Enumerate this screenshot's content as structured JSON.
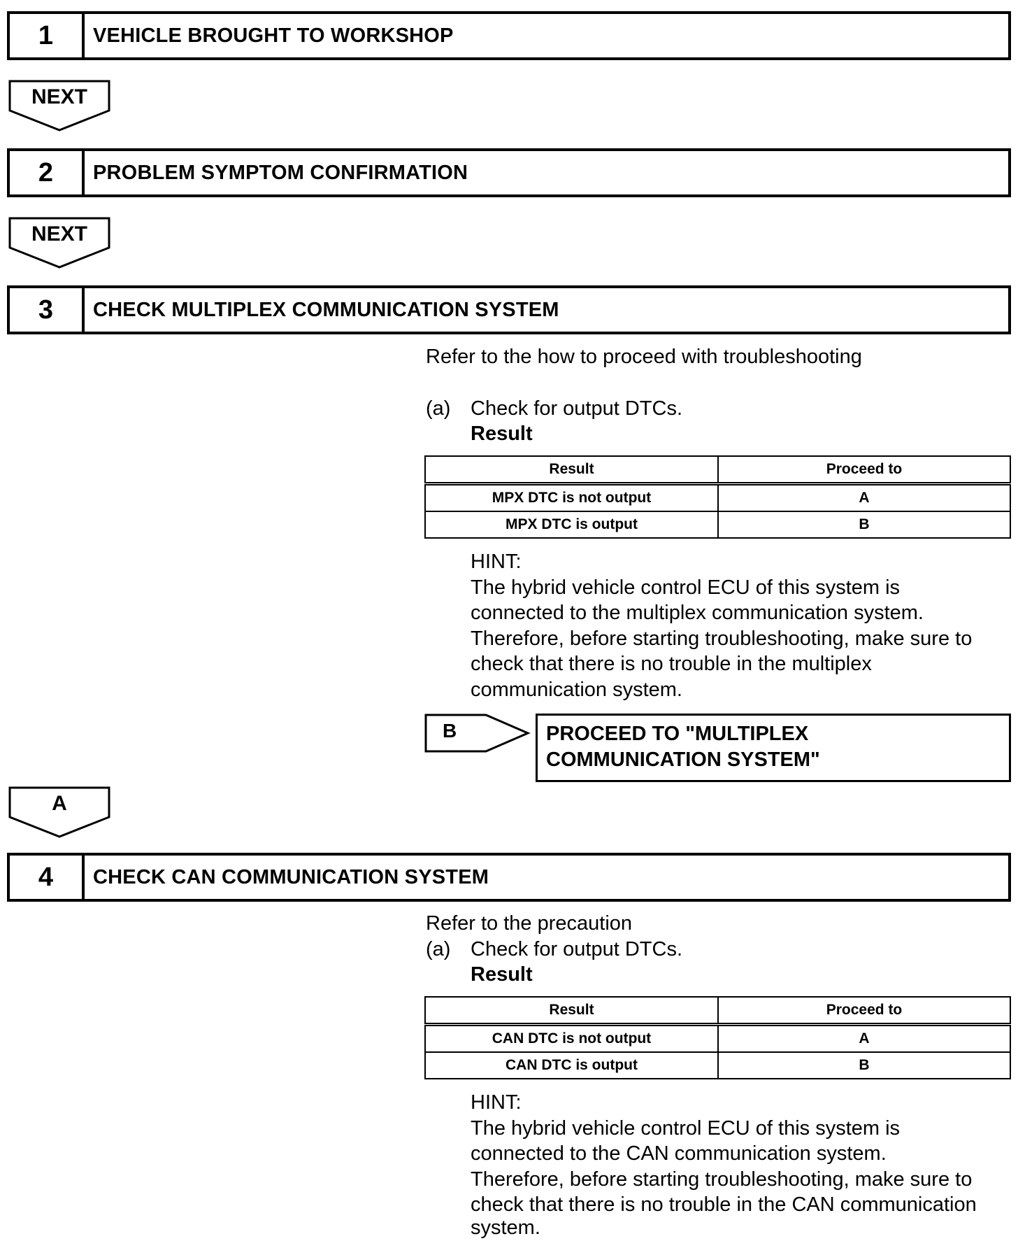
{
  "steps": [
    {
      "num": "1",
      "title": "VEHICLE BROUGHT TO WORKSHOP"
    },
    {
      "num": "2",
      "title": "PROBLEM SYMPTOM CONFIRMATION"
    },
    {
      "num": "3",
      "title": "CHECK MULTIPLEX COMMUNICATION SYSTEM"
    },
    {
      "num": "4",
      "title": "CHECK CAN COMMUNICATION SYSTEM"
    }
  ],
  "arrows": [
    "NEXT",
    "NEXT",
    "A"
  ],
  "step3": {
    "refer": "Refer to the how to proceed with troubleshooting",
    "item_label": "(a)",
    "item_text": "Check for output DTCs.",
    "result_heading": "Result",
    "table": {
      "headers": [
        "Result",
        "Proceed to"
      ],
      "rows": [
        [
          "MPX DTC is not output",
          "A"
        ],
        [
          "MPX DTC is output",
          "B"
        ]
      ]
    },
    "hint_label": "HINT:",
    "hint_lines": [
      "The hybrid vehicle control ECU of this system is",
      "connected to the multiplex communication system.",
      "Therefore, before starting troubleshooting, make sure to",
      "check that there is no trouble in the multiplex",
      "communication system."
    ],
    "branch_label": "B",
    "branch_lines": [
      "PROCEED TO \"MULTIPLEX",
      "COMMUNICATION SYSTEM\""
    ]
  },
  "step4": {
    "refer": "Refer to the precaution",
    "item_label": "(a)",
    "item_text": "Check for output DTCs.",
    "result_heading": "Result",
    "table": {
      "headers": [
        "Result",
        "Proceed to"
      ],
      "rows": [
        [
          "CAN DTC is not output",
          "A"
        ],
        [
          "CAN DTC is output",
          "B"
        ]
      ]
    },
    "hint_label": "HINT:",
    "hint_lines": [
      "The hybrid vehicle control ECU of this system is",
      "connected to the CAN communication system.",
      "Therefore, before starting troubleshooting, make sure to",
      "check that there is no trouble in the CAN communication",
      "system."
    ]
  }
}
